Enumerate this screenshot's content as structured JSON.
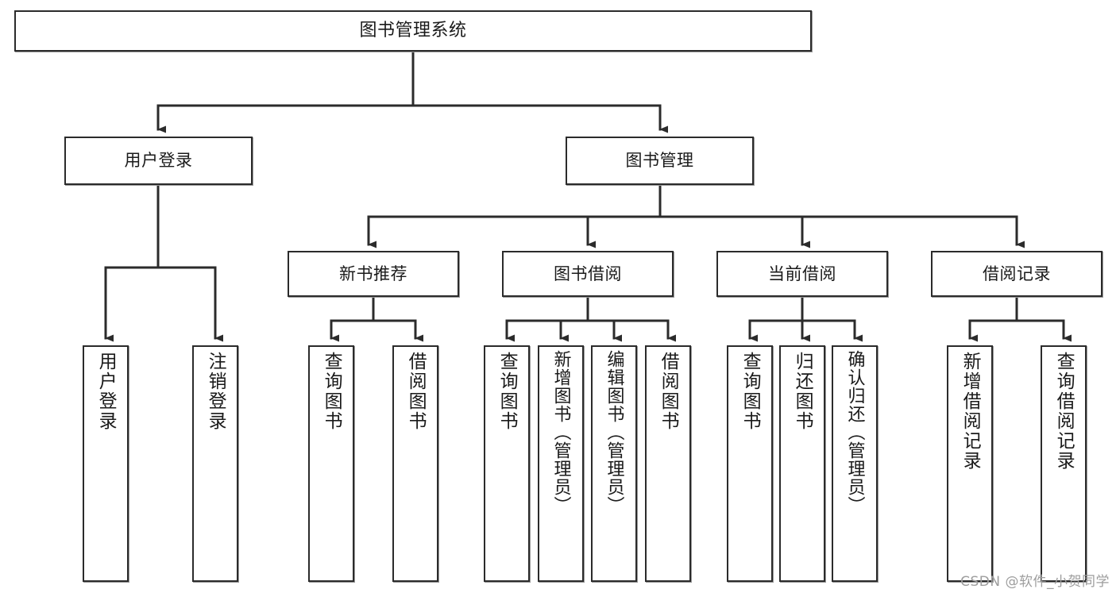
{
  "diagram": {
    "type": "tree",
    "title": "图书管理系统",
    "colors": {
      "node_border": "#2b2b2b",
      "node_fill": "#ffffff",
      "edge": "#2b2b2b",
      "text": "#1a1a1a",
      "watermark": "#9d9d9d"
    },
    "root": {
      "label": "图书管理系统"
    },
    "level2": [
      {
        "label": "用户登录"
      },
      {
        "label": "图书管理"
      }
    ],
    "level3": [
      {
        "label": "新书推荐"
      },
      {
        "label": "图书借阅"
      },
      {
        "label": "当前借阅"
      },
      {
        "label": "借阅记录"
      }
    ],
    "leaves": {
      "user_login": [
        {
          "label": "用户登录"
        },
        {
          "label": "注销登录"
        }
      ],
      "new_book": [
        {
          "label": "查询图书"
        },
        {
          "label": "借阅图书"
        }
      ],
      "book_borrow": [
        {
          "label": "查询图书"
        },
        {
          "label": "新增图书（管理员）"
        },
        {
          "label": "编辑图书（管理员）"
        },
        {
          "label": "借阅图书"
        }
      ],
      "current_borrow": [
        {
          "label": "查询图书"
        },
        {
          "label": "归还图书"
        },
        {
          "label": "确认归还（管理员）"
        }
      ],
      "borrow_record": [
        {
          "label": "新增借阅记录"
        },
        {
          "label": "查询借阅记录"
        }
      ]
    },
    "watermark": "CSDN @软件_小贺同学"
  }
}
